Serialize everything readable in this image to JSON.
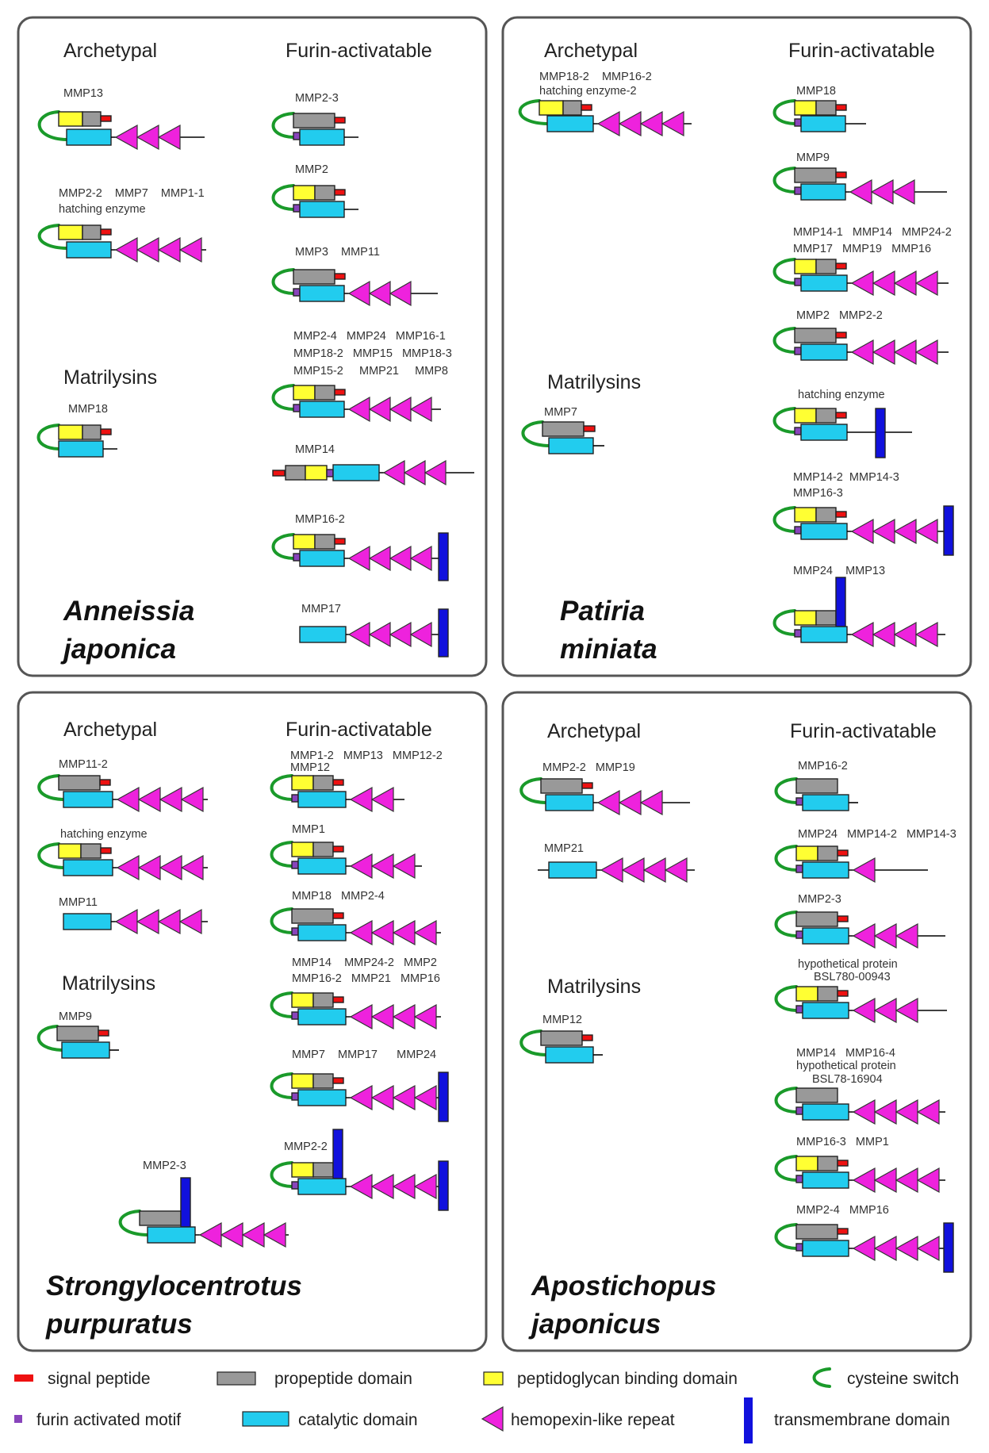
{
  "colors": {
    "signal": "#ee1111",
    "propeptide": "#999999",
    "pgbd": "#ffff33",
    "catalytic": "#22ccee",
    "furin": "#8844bb",
    "hemopexin": "#ee22dd",
    "transmembrane": "#1111dd",
    "cysteine": "#1a9a2a",
    "frame": "#555555"
  },
  "panels": [
    {
      "species": [
        "Anneissia",
        "japonica"
      ],
      "categories": [
        "Archetypal",
        "Furin-activatable",
        "Matrilysins"
      ],
      "proteins": [
        {
          "labels": [
            "MMP13"
          ]
        },
        {
          "labels": [
            "MMP2-2    MMP7    MMP1-1",
            "hatching enzyme"
          ]
        },
        {
          "labels": [
            "MMP18"
          ]
        },
        {
          "labels": [
            "MMP2-3"
          ]
        },
        {
          "labels": [
            "MMP2"
          ]
        },
        {
          "labels": [
            "MMP3    MMP11"
          ]
        },
        {
          "labels": [
            "MMP2-4   MMP24   MMP16-1",
            "MMP18-2   MMP15   MMP18-3",
            "MMP15-2     MMP21     MMP8"
          ]
        },
        {
          "labels": [
            "MMP14"
          ]
        },
        {
          "labels": [
            "MMP16-2"
          ]
        },
        {
          "labels": [
            "MMP17"
          ]
        }
      ]
    },
    {
      "species": [
        "Patiria",
        "miniata"
      ],
      "categories": [
        "Archetypal",
        "Furin-activatable",
        "Matrilysins"
      ],
      "proteins": [
        {
          "labels": [
            "MMP18-2    MMP16-2",
            "hatching enzyme-2"
          ]
        },
        {
          "labels": [
            "MMP7"
          ]
        },
        {
          "labels": [
            "MMP18"
          ]
        },
        {
          "labels": [
            "MMP9"
          ]
        },
        {
          "labels": [
            "MMP14-1   MMP14   MMP24-2",
            "MMP17   MMP19   MMP16"
          ]
        },
        {
          "labels": [
            "MMP2   MMP2-2"
          ]
        },
        {
          "labels": [
            "hatching enzyme"
          ]
        },
        {
          "labels": [
            "MMP14-2  MMP14-3",
            "MMP16-3"
          ]
        },
        {
          "labels": [
            "MMP24    MMP13"
          ]
        }
      ]
    },
    {
      "species": [
        "Strongylocentrotus",
        "purpuratus"
      ],
      "categories": [
        "Archetypal",
        "Furin-activatable",
        "Matrilysins"
      ],
      "proteins": [
        {
          "labels": [
            "MMP11-2"
          ]
        },
        {
          "labels": [
            "hatching enzyme"
          ]
        },
        {
          "labels": [
            "MMP11"
          ]
        },
        {
          "labels": [
            "MMP9"
          ]
        },
        {
          "labels": [
            "MMP2-3"
          ]
        },
        {
          "labels": [
            "MMP1-2   MMP13   MMP12-2",
            "MMP12"
          ]
        },
        {
          "labels": [
            "MMP1"
          ]
        },
        {
          "labels": [
            "MMP18   MMP2-4"
          ]
        },
        {
          "labels": [
            "MMP14    MMP24-2   MMP2",
            "MMP16-2   MMP21   MMP16"
          ]
        },
        {
          "labels": [
            "MMP7    MMP17      MMP24"
          ]
        },
        {
          "labels": [
            "MMP2-2"
          ]
        }
      ]
    },
    {
      "species": [
        "Apostichopus",
        "japonicus"
      ],
      "categories": [
        "Archetypal",
        "Furin-activatable",
        "Matrilysins"
      ],
      "proteins": [
        {
          "labels": [
            "MMP2-2   MMP19"
          ]
        },
        {
          "labels": [
            "MMP21"
          ]
        },
        {
          "labels": [
            "MMP12"
          ]
        },
        {
          "labels": [
            "MMP16-2"
          ]
        },
        {
          "labels": [
            "MMP24   MMP14-2   MMP14-3"
          ]
        },
        {
          "labels": [
            "MMP2-3"
          ]
        },
        {
          "labels": [
            "hypothetical protein",
            "BSL780-00943"
          ]
        },
        {
          "labels": [
            "MMP14   MMP16-4",
            "hypothetical protein",
            "BSL78-16904"
          ]
        },
        {
          "labels": [
            "MMP16-3   MMP1"
          ]
        },
        {
          "labels": [
            "MMP2-4   MMP16"
          ]
        }
      ]
    }
  ],
  "legend": [
    {
      "key": "signal",
      "label": "signal peptide"
    },
    {
      "key": "propeptide",
      "label": "propeptide domain"
    },
    {
      "key": "pgbd",
      "label": "peptidoglycan binding domain"
    },
    {
      "key": "cysteine",
      "label": "cysteine switch"
    },
    {
      "key": "furin",
      "label": "furin activated motif"
    },
    {
      "key": "catalytic",
      "label": "catalytic domain"
    },
    {
      "key": "hemopexin",
      "label": "hemopexin-like repeat"
    },
    {
      "key": "transmembrane",
      "label": "transmembrane domain"
    }
  ]
}
